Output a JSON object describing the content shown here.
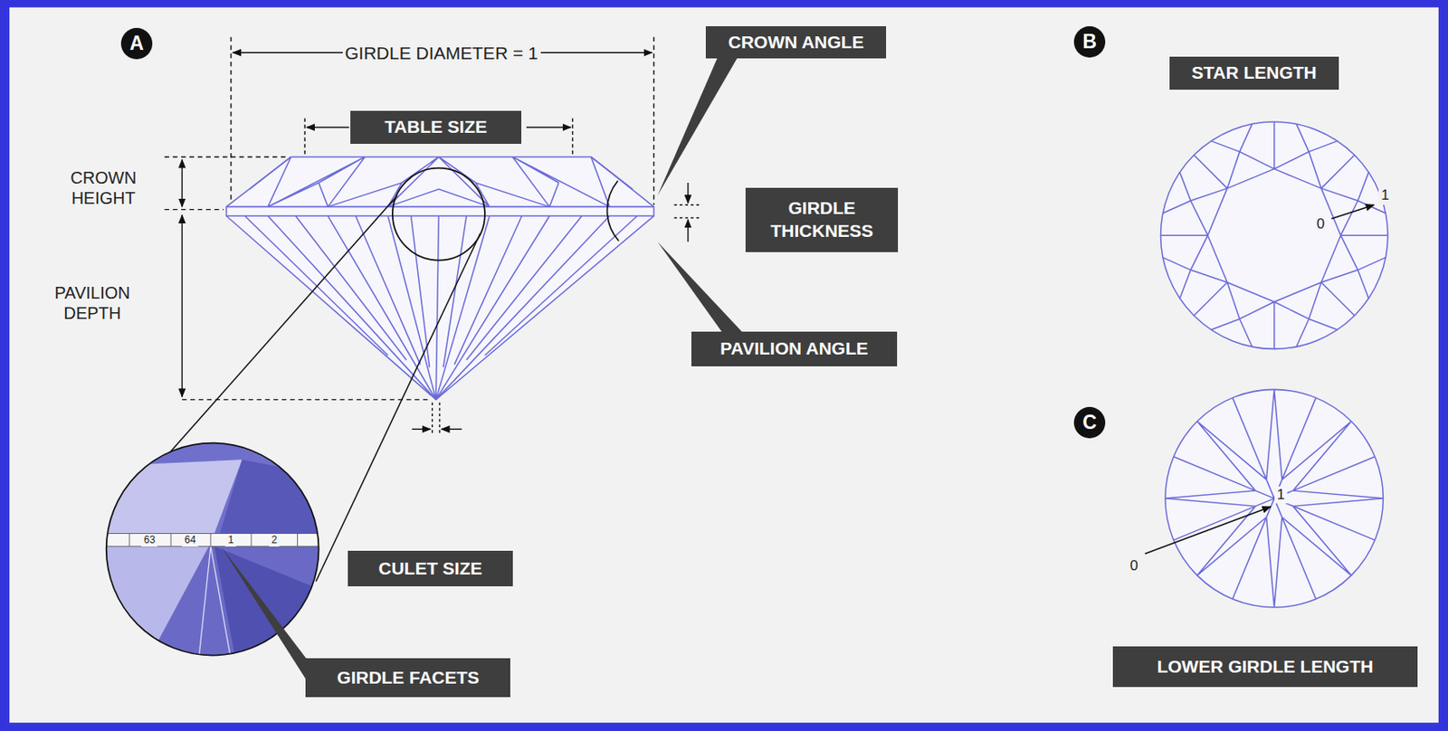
{
  "diagram": {
    "nodes": [
      {
        "text": [
          "A"
        ]
      },
      {
        "text": [
          "TABLE SIZE"
        ]
      },
      {
        "text": [
          "CROWN ANGLE"
        ]
      },
      {
        "text": [
          "GIRDLE THICKNESS"
        ]
      },
      {
        "text": [
          "PAVILION ANGLE"
        ]
      },
      {
        "text": [
          "CULET SIZE"
        ]
      },
      {
        "text": [
          "GIRDLE FACETS"
        ]
      },
      {
        "text": [
          "B"
        ]
      },
      {
        "text": [
          "STAR LENGTH"
        ]
      },
      {
        "text": [
          "C"
        ]
      },
      {
        "text": [
          "LOWER GIRDLE LENGTH"
        ]
      }
    ],
    "labels": [
      "GIRDLE DIAMETER = 1",
      "CROWN HEIGHT",
      "PAVILION DEPTH",
      "63",
      "64",
      "1",
      "2",
      "0",
      "1",
      "0",
      "1"
    ]
  }
}
